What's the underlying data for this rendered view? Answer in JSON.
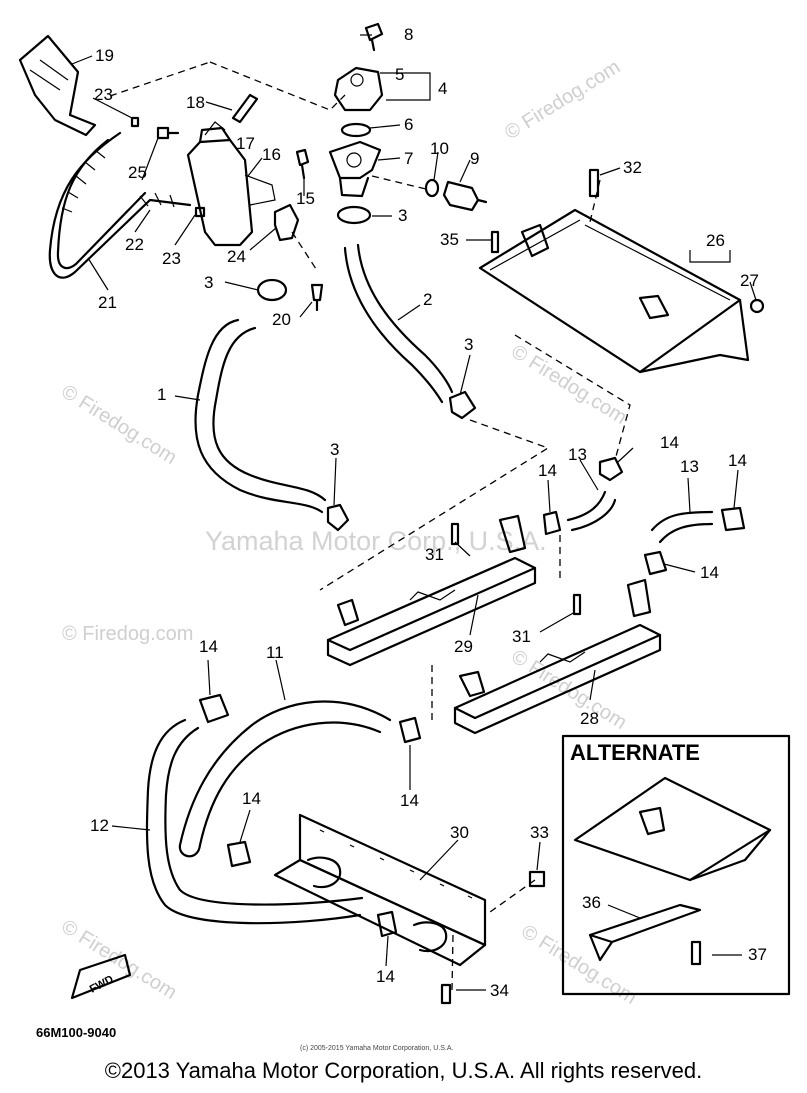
{
  "watermark": {
    "brand": "© Firedog.com",
    "center": "Yamaha Motor Corp., U.S.A."
  },
  "callouts": {
    "c1": "1",
    "c2": "2",
    "c3a": "3",
    "c3b": "3",
    "c3c": "3",
    "c3d": "3",
    "c4": "4",
    "c5": "5",
    "c6": "6",
    "c7": "7",
    "c8": "8",
    "c9": "9",
    "c10": "10",
    "c11": "11",
    "c12": "12",
    "c13a": "13",
    "c13b": "13",
    "c14a": "14",
    "c14b": "14",
    "c14c": "14",
    "c14d": "14",
    "c14e": "14",
    "c14f": "14",
    "c14g": "14",
    "c14h": "14",
    "c15": "15",
    "c16": "16",
    "c17": "17",
    "c18": "18",
    "c19": "19",
    "c20": "20",
    "c21": "21",
    "c22": "22",
    "c23a": "23",
    "c23b": "23",
    "c24": "24",
    "c25": "25",
    "c26": "26",
    "c27": "27",
    "c28": "28",
    "c29": "29",
    "c30": "30",
    "c31a": "31",
    "c31b": "31",
    "c32": "32",
    "c33": "33",
    "c34": "34",
    "c35": "35",
    "c36": "36",
    "c37": "37"
  },
  "alternate_box": {
    "title": "ALTERNATE"
  },
  "fwd_arrow": {
    "label": "FWD"
  },
  "part_code": "66M100-9040",
  "small_copyright": "(c) 2005-2015 Yamaha Motor Corporation, U.S.A.",
  "copyright": "©2013 Yamaha Motor Corporation, U.S.A. All rights reserved."
}
